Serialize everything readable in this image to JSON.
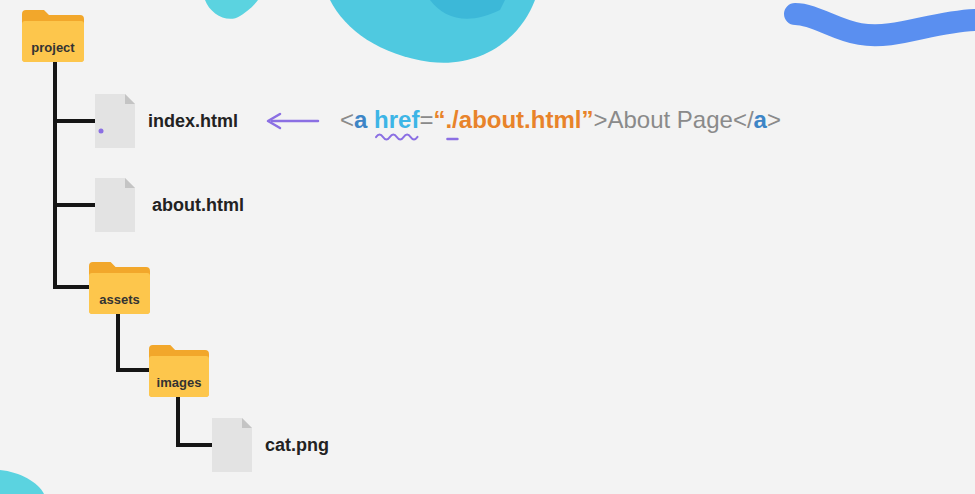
{
  "diagram": {
    "nodes": [
      {
        "text": [
          "project"
        ]
      },
      {
        "text": [
          "index.html"
        ]
      },
      {
        "text": [
          "about.html"
        ]
      },
      {
        "text": [
          "assets"
        ]
      },
      {
        "text": [
          "images"
        ]
      },
      {
        "text": [
          "cat.png"
        ]
      }
    ],
    "edges": [
      {
        "from": 0,
        "to": 1,
        "arrow": "none"
      },
      {
        "from": 0,
        "to": 2,
        "arrow": "none"
      },
      {
        "from": 0,
        "to": 3,
        "arrow": "none"
      },
      {
        "from": 3,
        "to": 4,
        "arrow": "none"
      },
      {
        "from": 4,
        "to": 5,
        "arrow": "none"
      }
    ],
    "labels": [
      "<",
      "a",
      "href",
      "=",
      "“./about.html”",
      ">About Page</",
      "a",
      ">"
    ]
  }
}
